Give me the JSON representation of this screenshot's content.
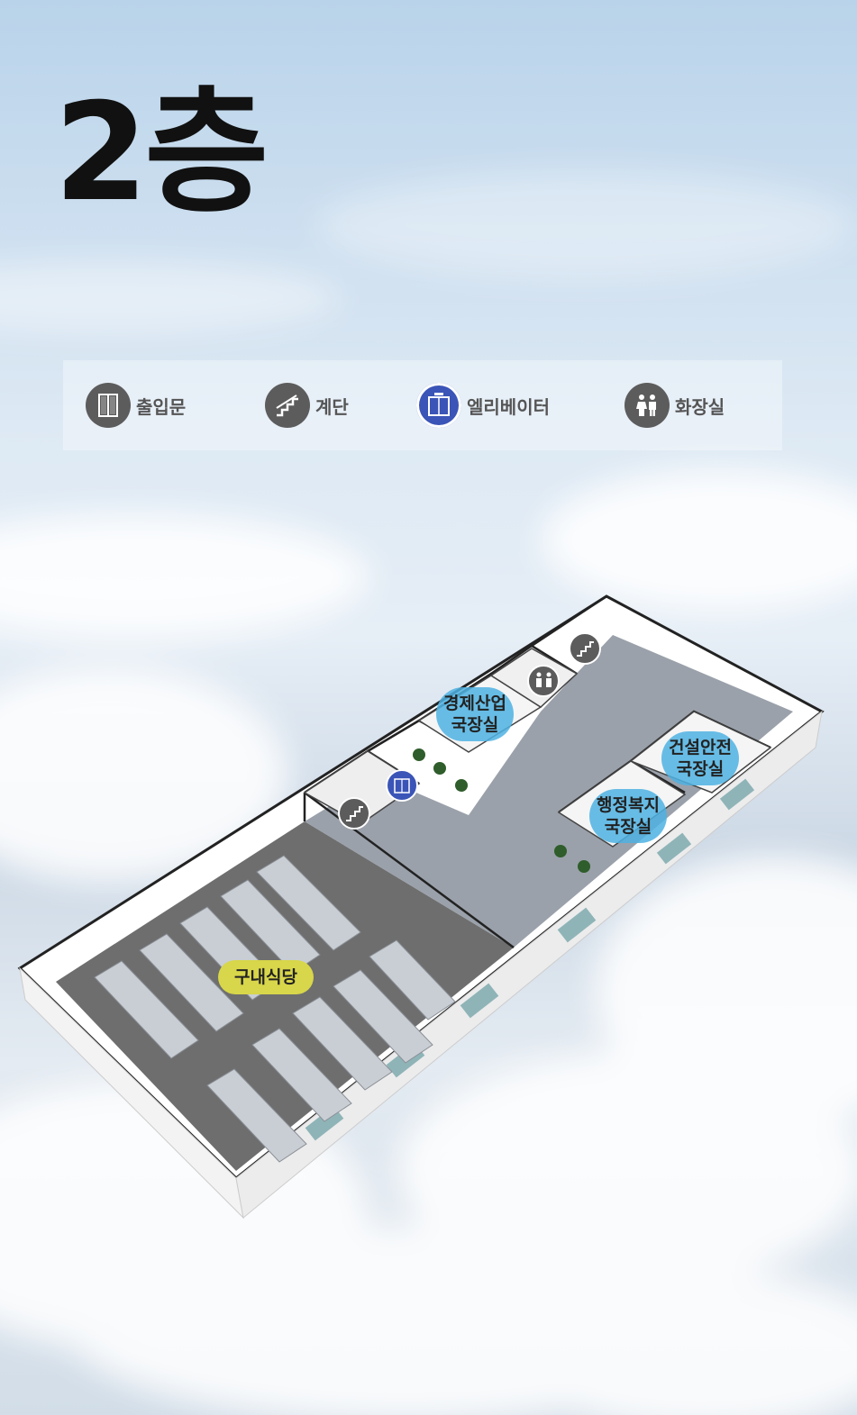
{
  "floor_title": "2층",
  "legend": {
    "entrance": "출입문",
    "stairs": "계단",
    "elevator": "엘리베이터",
    "restroom": "화장실"
  },
  "rooms": {
    "economy_line1": "경제산업",
    "economy_line2": "국장실",
    "construction_line1": "건설안전",
    "construction_line2": "국장실",
    "admin_line1": "행정복지",
    "admin_line2": "국장실",
    "cafeteria": "구내식당"
  },
  "colors": {
    "room_badge": "#4eb2e2",
    "cafeteria_badge": "#d8d64a",
    "icon_gray": "#5c5c5c",
    "icon_blue": "#3a54b7"
  },
  "icons": [
    "door-icon",
    "stairs-icon",
    "elevator-icon",
    "restroom-icon"
  ]
}
